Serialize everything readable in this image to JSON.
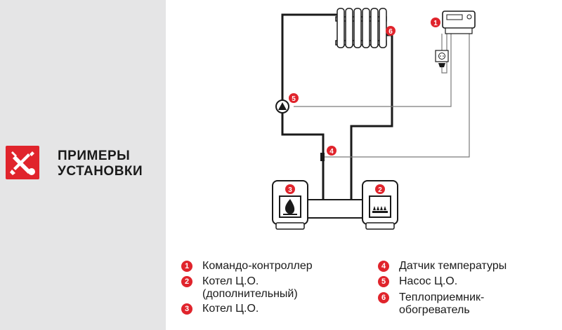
{
  "section": {
    "title_line1": "ПРИМЕРЫ",
    "title_line2": "УСТАНОВКИ",
    "icon": "tools-icon"
  },
  "colors": {
    "accent": "#e0242c",
    "line": "#1a1a1a",
    "panel": "#e5e5e6"
  },
  "diagram": {
    "markers": [
      "1",
      "2",
      "3",
      "4",
      "5",
      "6"
    ],
    "icons": [
      "controller-icon",
      "socket-icon",
      "radiator-icon",
      "pump-icon",
      "sensor-icon",
      "boiler-flame-icon",
      "boiler-burner-icon"
    ]
  },
  "legend": {
    "items": [
      {
        "num": "1",
        "label": "Командо-контроллер"
      },
      {
        "num": "2",
        "label": "Котел Ц.О.",
        "label2": "(дополнительный)"
      },
      {
        "num": "3",
        "label": "Котел Ц.О."
      },
      {
        "num": "4",
        "label": "Датчик температуры"
      },
      {
        "num": "5",
        "label": "Насос Ц.О."
      },
      {
        "num": "6",
        "label": "Теплоприемник-",
        "label2": "обогреватель"
      }
    ]
  }
}
